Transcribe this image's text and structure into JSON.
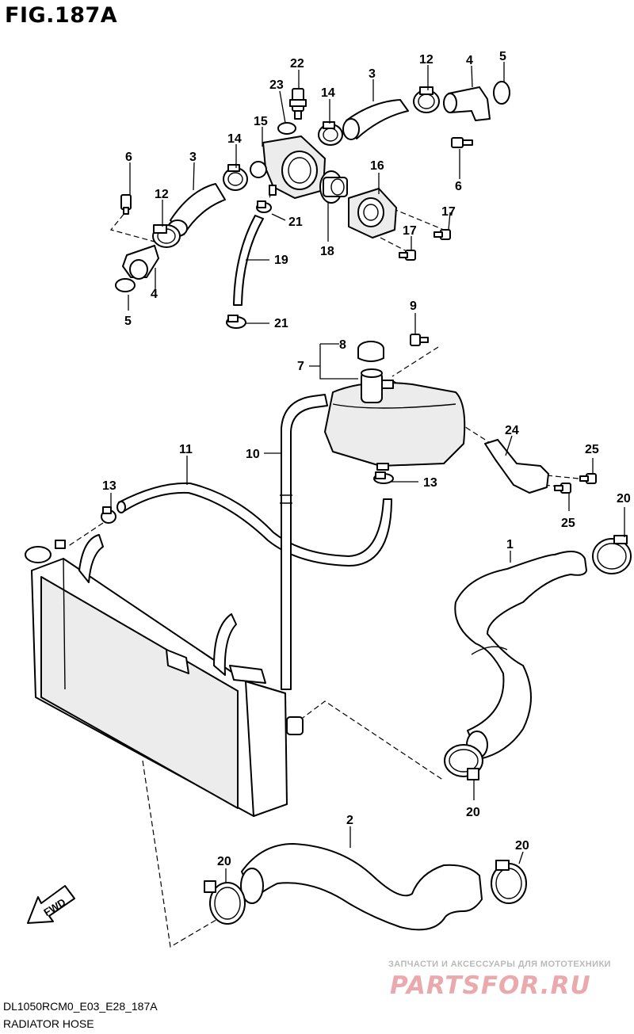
{
  "figure": {
    "title": "FIG.187A",
    "model_code": "DL1050RCM0_E03_E28_187A",
    "caption": "RADIATOR HOSE",
    "fwd_label": "FWD"
  },
  "callouts": {
    "c22": "22",
    "c23": "23",
    "c14a": "14",
    "c15": "15",
    "c3a": "3",
    "c12a": "12",
    "c4a": "4",
    "c5a": "5",
    "c6a": "6",
    "c14b": "14",
    "c3b": "3",
    "c12b": "12",
    "c4b": "4",
    "c5b": "5",
    "c16": "16",
    "c17a": "17",
    "c17b": "17",
    "c18": "18",
    "c6b": "6",
    "c21a": "21",
    "c19": "19",
    "c21b": "21",
    "c9": "9",
    "c8": "8",
    "c7": "7",
    "c24": "24",
    "c25a": "25",
    "c25b": "25",
    "c11": "11",
    "c10": "10",
    "c13a": "13",
    "c13b": "13",
    "c20a": "20",
    "c1": "1",
    "c20b": "20",
    "c2": "2",
    "c20c": "20",
    "c20d": "20"
  },
  "watermark": {
    "tagline": "ЗАПЧАСТИ И АКСЕССУАРЫ ДЛЯ МОТОТЕХНИКИ",
    "logo": "PARTSFOR.RU"
  }
}
